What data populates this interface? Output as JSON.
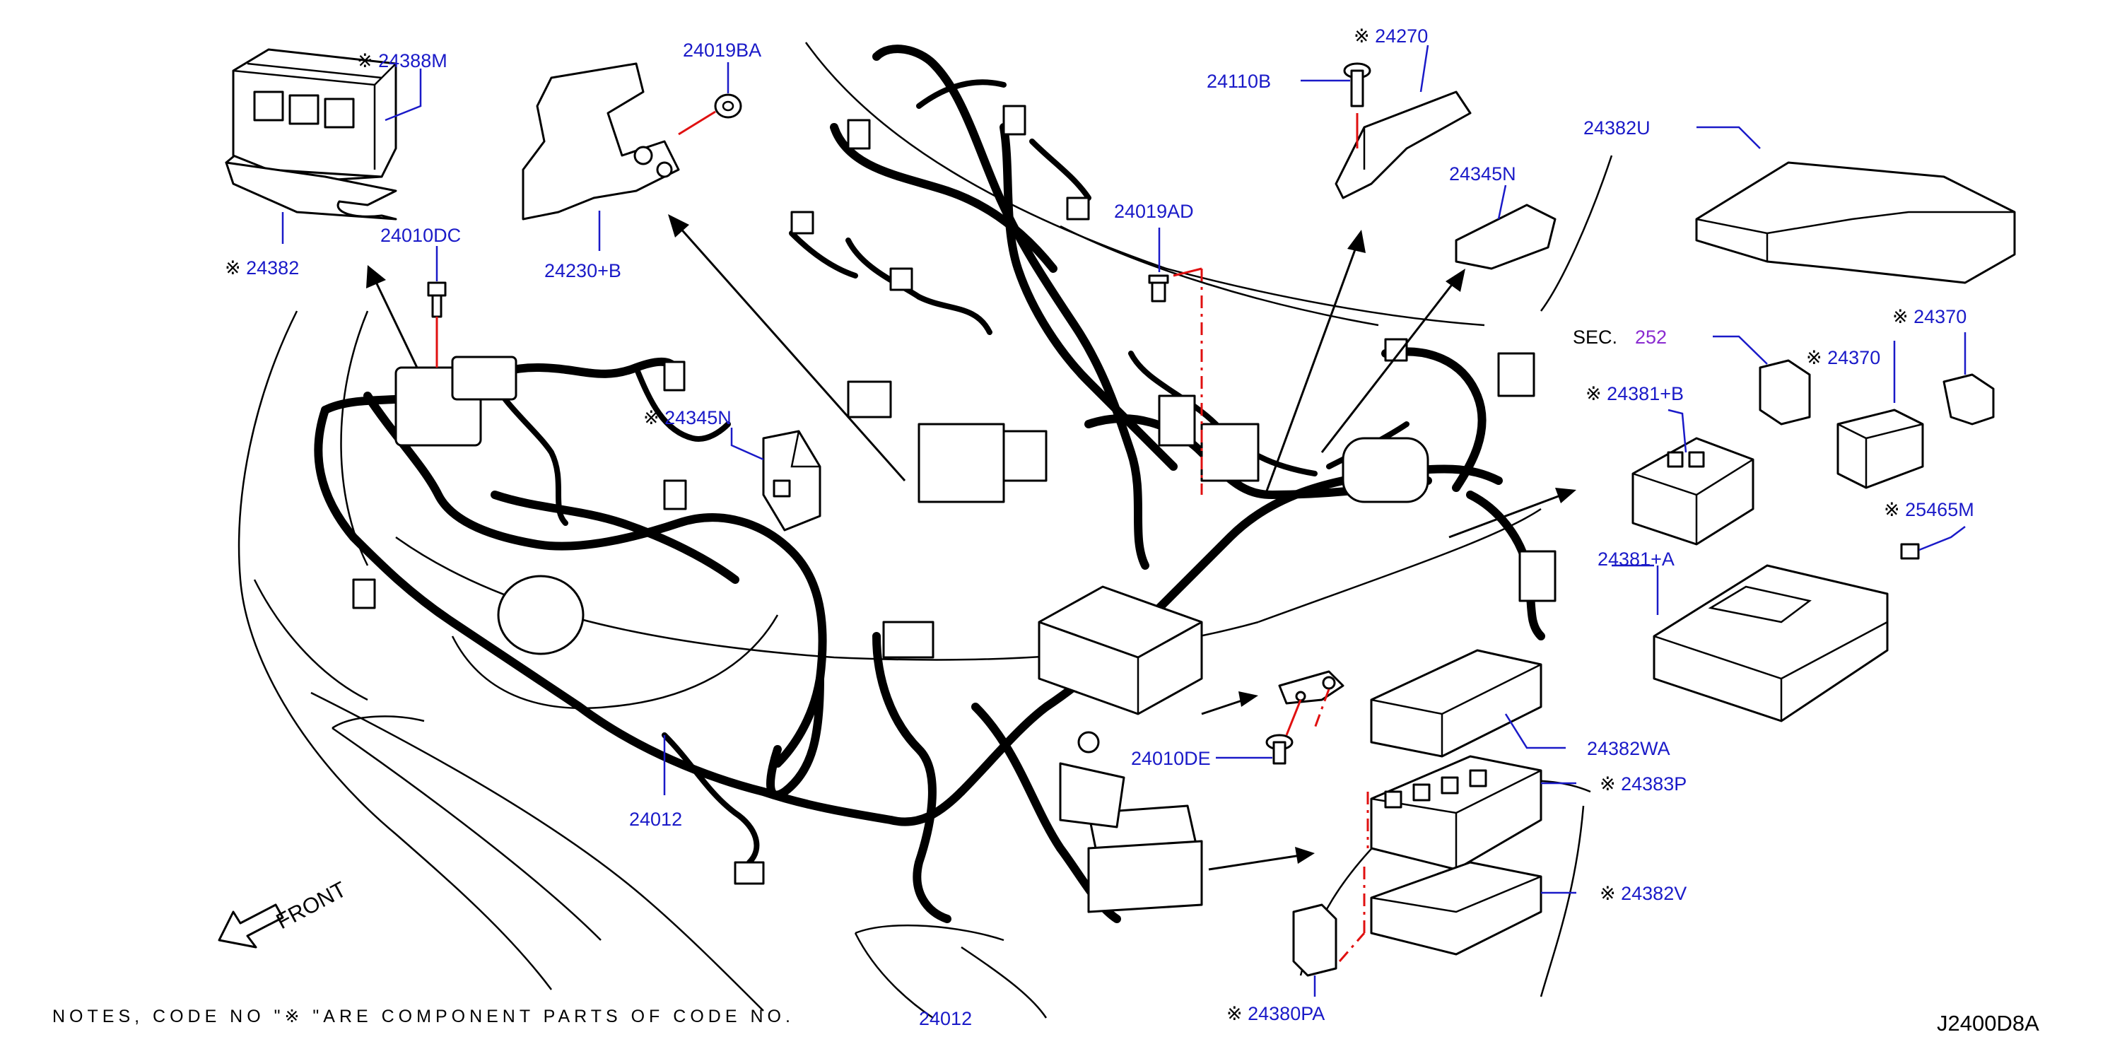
{
  "diagram": {
    "callouts": [
      {
        "id": "24388M",
        "marked": true,
        "text": "24388M"
      },
      {
        "id": "24382",
        "marked": true,
        "text": "24382"
      },
      {
        "id": "24010DC",
        "marked": false,
        "text": "24010DC"
      },
      {
        "id": "24019BA",
        "marked": false,
        "text": "24019BA"
      },
      {
        "id": "24230+B",
        "marked": false,
        "text": "24230+B"
      },
      {
        "id": "24345N_left",
        "marked": true,
        "text": "24345N"
      },
      {
        "id": "24012_mid",
        "marked": false,
        "text": "24012"
      },
      {
        "id": "24012_bottom",
        "marked": false,
        "text": "24012"
      },
      {
        "id": "24019AD",
        "marked": false,
        "text": "24019AD"
      },
      {
        "id": "24270",
        "marked": true,
        "text": "24270"
      },
      {
        "id": "24110B",
        "marked": false,
        "text": "24110B"
      },
      {
        "id": "24345N_right",
        "marked": false,
        "text": "24345N"
      },
      {
        "id": "24382U",
        "marked": false,
        "text": "24382U"
      },
      {
        "id": "24370_a",
        "marked": true,
        "text": "24370"
      },
      {
        "id": "24370_b",
        "marked": true,
        "text": "24370"
      },
      {
        "id": "24381+B",
        "marked": true,
        "text": "24381+B"
      },
      {
        "id": "25465M",
        "marked": true,
        "text": "25465M"
      },
      {
        "id": "24381+A",
        "marked": false,
        "text": "24381+A"
      },
      {
        "id": "24010DE",
        "marked": false,
        "text": "24010DE"
      },
      {
        "id": "24382WA",
        "marked": false,
        "text": "24382WA"
      },
      {
        "id": "24383P",
        "marked": true,
        "text": "24383P"
      },
      {
        "id": "24382V",
        "marked": true,
        "text": "24382V"
      },
      {
        "id": "24380PA",
        "marked": true,
        "text": "24380PA"
      }
    ],
    "sec_ref": {
      "prefix": "SEC.",
      "number": "252"
    },
    "mark_symbol": "※",
    "front_label": "FRONT",
    "notes": "NOTES, CODE NO \"※   \"ARE COMPONENT PARTS OF CODE NO.",
    "code": "J2400D8A"
  }
}
